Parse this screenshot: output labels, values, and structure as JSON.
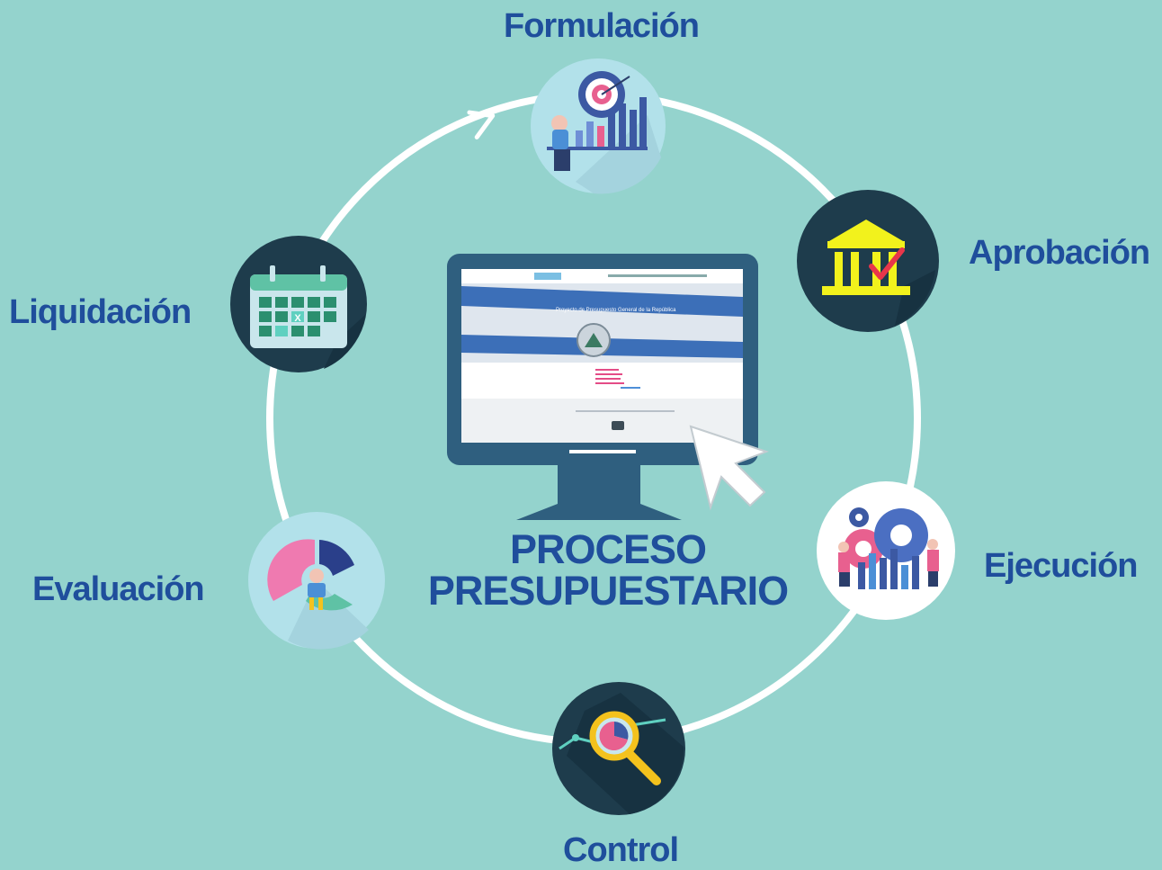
{
  "title": {
    "line1": "PROCESO",
    "line2": "PRESUPUESTARIO"
  },
  "stages": [
    {
      "label": "Formulación",
      "icon": "target-chart-icon"
    },
    {
      "label": "Aprobación",
      "icon": "government-building-check-icon"
    },
    {
      "label": "Ejecución",
      "icon": "gears-team-icon"
    },
    {
      "label": "Control",
      "icon": "magnifier-pie-chart-icon"
    },
    {
      "label": "Evaluación",
      "icon": "donut-chart-person-icon"
    },
    {
      "label": "Liquidación",
      "icon": "calendar-icon"
    }
  ],
  "colors": {
    "background": "#94d3cd",
    "label": "#1f4e9c",
    "cycle_ring": "#ffffff",
    "dark_circle": "#1e3c4c",
    "light_circle": "#b2e1ea",
    "monitor_frame": "#2f5f7f"
  }
}
